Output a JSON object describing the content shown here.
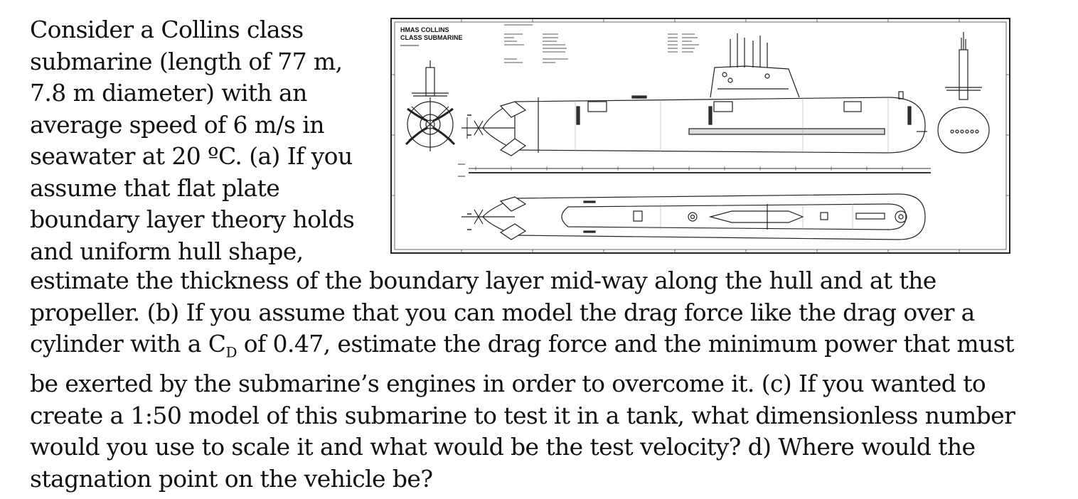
{
  "problem": {
    "top_lines": [
      "Consider a Collins class",
      "submarine (length of 77 m,",
      "7.8 m diameter) with an",
      "average speed of 6 m/s in",
      "seawater at 20 ºC. (a) If you",
      "assume that flat plate",
      "boundary layer theory holds",
      "and uniform hull shape,"
    ],
    "bottom_lines": [
      "estimate the thickness of the boundary layer mid-way along the hull and at the",
      "propeller. (b) If you assume that you can model the drag force like the drag over a",
      "cylinder with a C",
      "be exerted by the submarine’s engines in order to overcome it. (c) If you wanted to",
      "create a 1:50 model of this submarine to test it in a tank, what dimensionless number",
      "would you use to scale it and what would be the test velocity? d) Where would the",
      "stagnation point on the vehicle be?"
    ],
    "cd_subscript": "D",
    "cd_line_rest": " of 0.47, estimate the drag force and the minimum power that must"
  },
  "figure": {
    "title_line1": "HMAS COLLINS",
    "title_line2": "CLASS SUBMARINE"
  }
}
